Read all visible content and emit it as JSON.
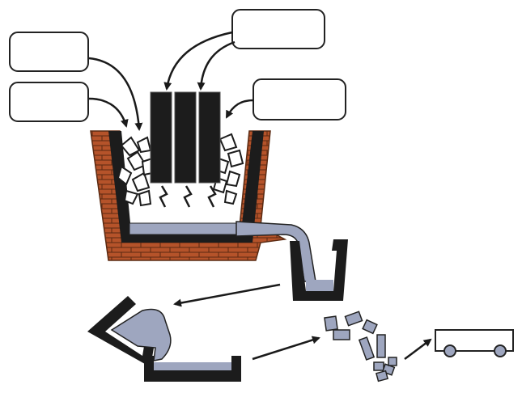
{
  "diagram": {
    "label_boxes": [
      {
        "id": "box-1",
        "text": ""
      },
      {
        "id": "box-2",
        "text": ""
      },
      {
        "id": "box-3",
        "text": ""
      },
      {
        "id": "box-4",
        "text": ""
      }
    ]
  },
  "colors": {
    "brick": "#b5532a",
    "brick_line": "#5a2a12",
    "molten_metal": "#9ea6bf",
    "vessel_wall": "#1c1c1c",
    "outline": "#222222",
    "background": "#ffffff"
  },
  "icons": [
    "arrow-icon",
    "spark-icon",
    "wagon-icon"
  ]
}
